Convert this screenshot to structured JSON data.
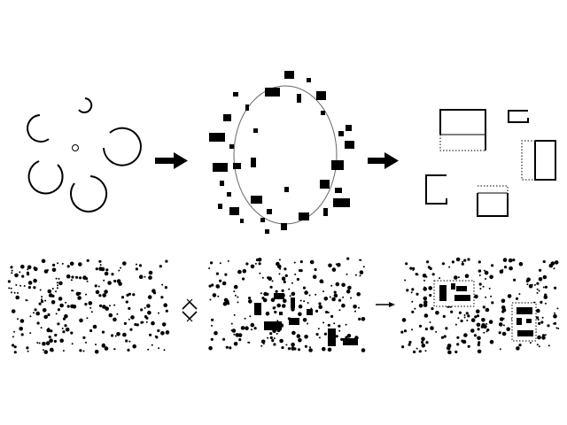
{
  "diagram": {
    "colors": {
      "ink": "#000000",
      "ellipse_stroke": "#666666",
      "background": "#ffffff"
    },
    "top_row": {
      "stages": [
        {
          "id": "broken-rings",
          "shape": "open circles (C-shapes) around a small center dot"
        },
        {
          "id": "scattered-rectangles-on-ellipse",
          "shape": "black rectangles distributed around an ellipse"
        },
        {
          "id": "outlined-frames",
          "shape": "open rectangular frames, some with dotted sides"
        }
      ],
      "connectors": [
        "thick-right-arrow",
        "thick-right-arrow"
      ]
    },
    "bottom_row": {
      "stages": [
        {
          "id": "uniform-dot-field",
          "shape": "random field of black dots"
        },
        {
          "id": "dot-field-with-block-ring",
          "shape": "dot field with a ring of black rectangles"
        },
        {
          "id": "dot-field-with-framed-clusters",
          "shape": "dot field with two dotted-outline clusters of blocks"
        }
      ],
      "connectors": [
        "reciprocal-loop",
        "thin-right-arrow"
      ]
    }
  }
}
